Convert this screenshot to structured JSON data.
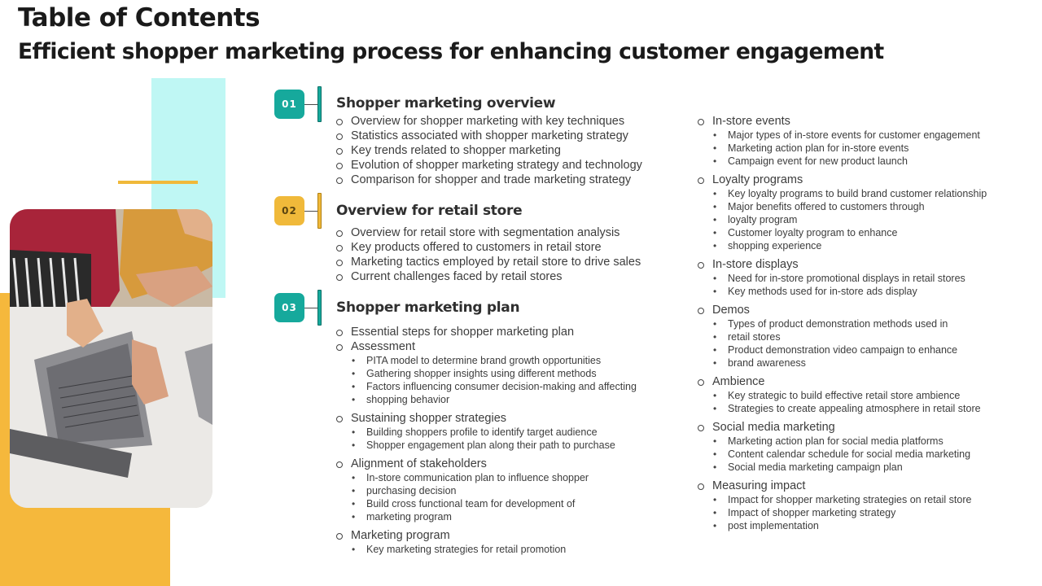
{
  "title": "Table of Contents",
  "subtitle": "Efficient shopper marketing process for enhancing customer engagement",
  "photo_icon": "laptop-team-photo",
  "sections": [
    {
      "number": "01",
      "title": "Shopper marketing overview",
      "items": [
        "Overview for shopper marketing with key techniques",
        "Statistics associated with shopper marketing strategy",
        "Key trends related to shopper marketing",
        "Evolution of shopper marketing strategy and technology",
        "Comparison for shopper and trade marketing strategy"
      ]
    },
    {
      "number": "02",
      "title": "Overview for retail store",
      "items": [
        "Overview for retail store with segmentation analysis",
        "Key products offered to customers in retail store",
        "Marketing tactics employed by retail store to drive sales",
        "Current challenges faced by retail stores"
      ]
    },
    {
      "number": "03",
      "title": "Shopper marketing plan",
      "items": [
        {
          "label": "Essential steps for shopper marketing plan",
          "sub": []
        },
        {
          "label": "Assessment",
          "sub": [
            "PITA model to determine brand growth opportunities",
            "Gathering shopper insights using different  methods",
            "Factors influencing consumer decision-making and affecting",
            "shopping behavior"
          ]
        },
        {
          "label": "Sustaining shopper strategies",
          "sub": [
            "Building shoppers profile to identify target audience",
            "Shopper engagement plan along their path to purchase"
          ]
        },
        {
          "label": "Alignment of stakeholders",
          "sub": [
            "In-store communication plan to influence shopper",
            "purchasing decision",
            "Build cross functional team for development  of",
            "marketing program"
          ]
        },
        {
          "label": "Marketing program",
          "sub": [
            "Key marketing strategies for retail promotion"
          ]
        }
      ]
    }
  ],
  "right_column": [
    {
      "label": "In-store events",
      "sub": [
        "Major types of in-store events  for customer engagement",
        "Marketing action plan for in-store events",
        "Campaign event for new product launch"
      ]
    },
    {
      "label": "Loyalty programs",
      "sub": [
        "Key loyalty programs  to build brand customer relationship",
        "Major benefits offered  to customers through",
        "loyalty program",
        "Customer loyalty program to enhance",
        "shopping experience"
      ]
    },
    {
      "label": "In-store displays",
      "sub": [
        "Need for in-store promotional displays in retail stores",
        "Key methods used for in-store ads display"
      ]
    },
    {
      "label": "Demos",
      "sub": [
        "Types of product demonstration methods used in",
        "retail stores",
        "Product demonstration video campaign to enhance",
        "brand awareness"
      ]
    },
    {
      "label": "Ambience",
      "sub": [
        "Key strategic to build effective  retail store ambience",
        "Strategies to create appealing atmosphere in retail store"
      ]
    },
    {
      "label": "Social media marketing",
      "sub": [
        "Marketing action plan for social media platforms",
        "Content calendar schedule for social media marketing",
        "Social media marketing campaign plan"
      ]
    },
    {
      "label": "Measuring impact",
      "sub": [
        "Impact for shopper marketing strategies on retail store",
        "Impact of shopper marketing strategy",
        "post implementation"
      ]
    }
  ]
}
